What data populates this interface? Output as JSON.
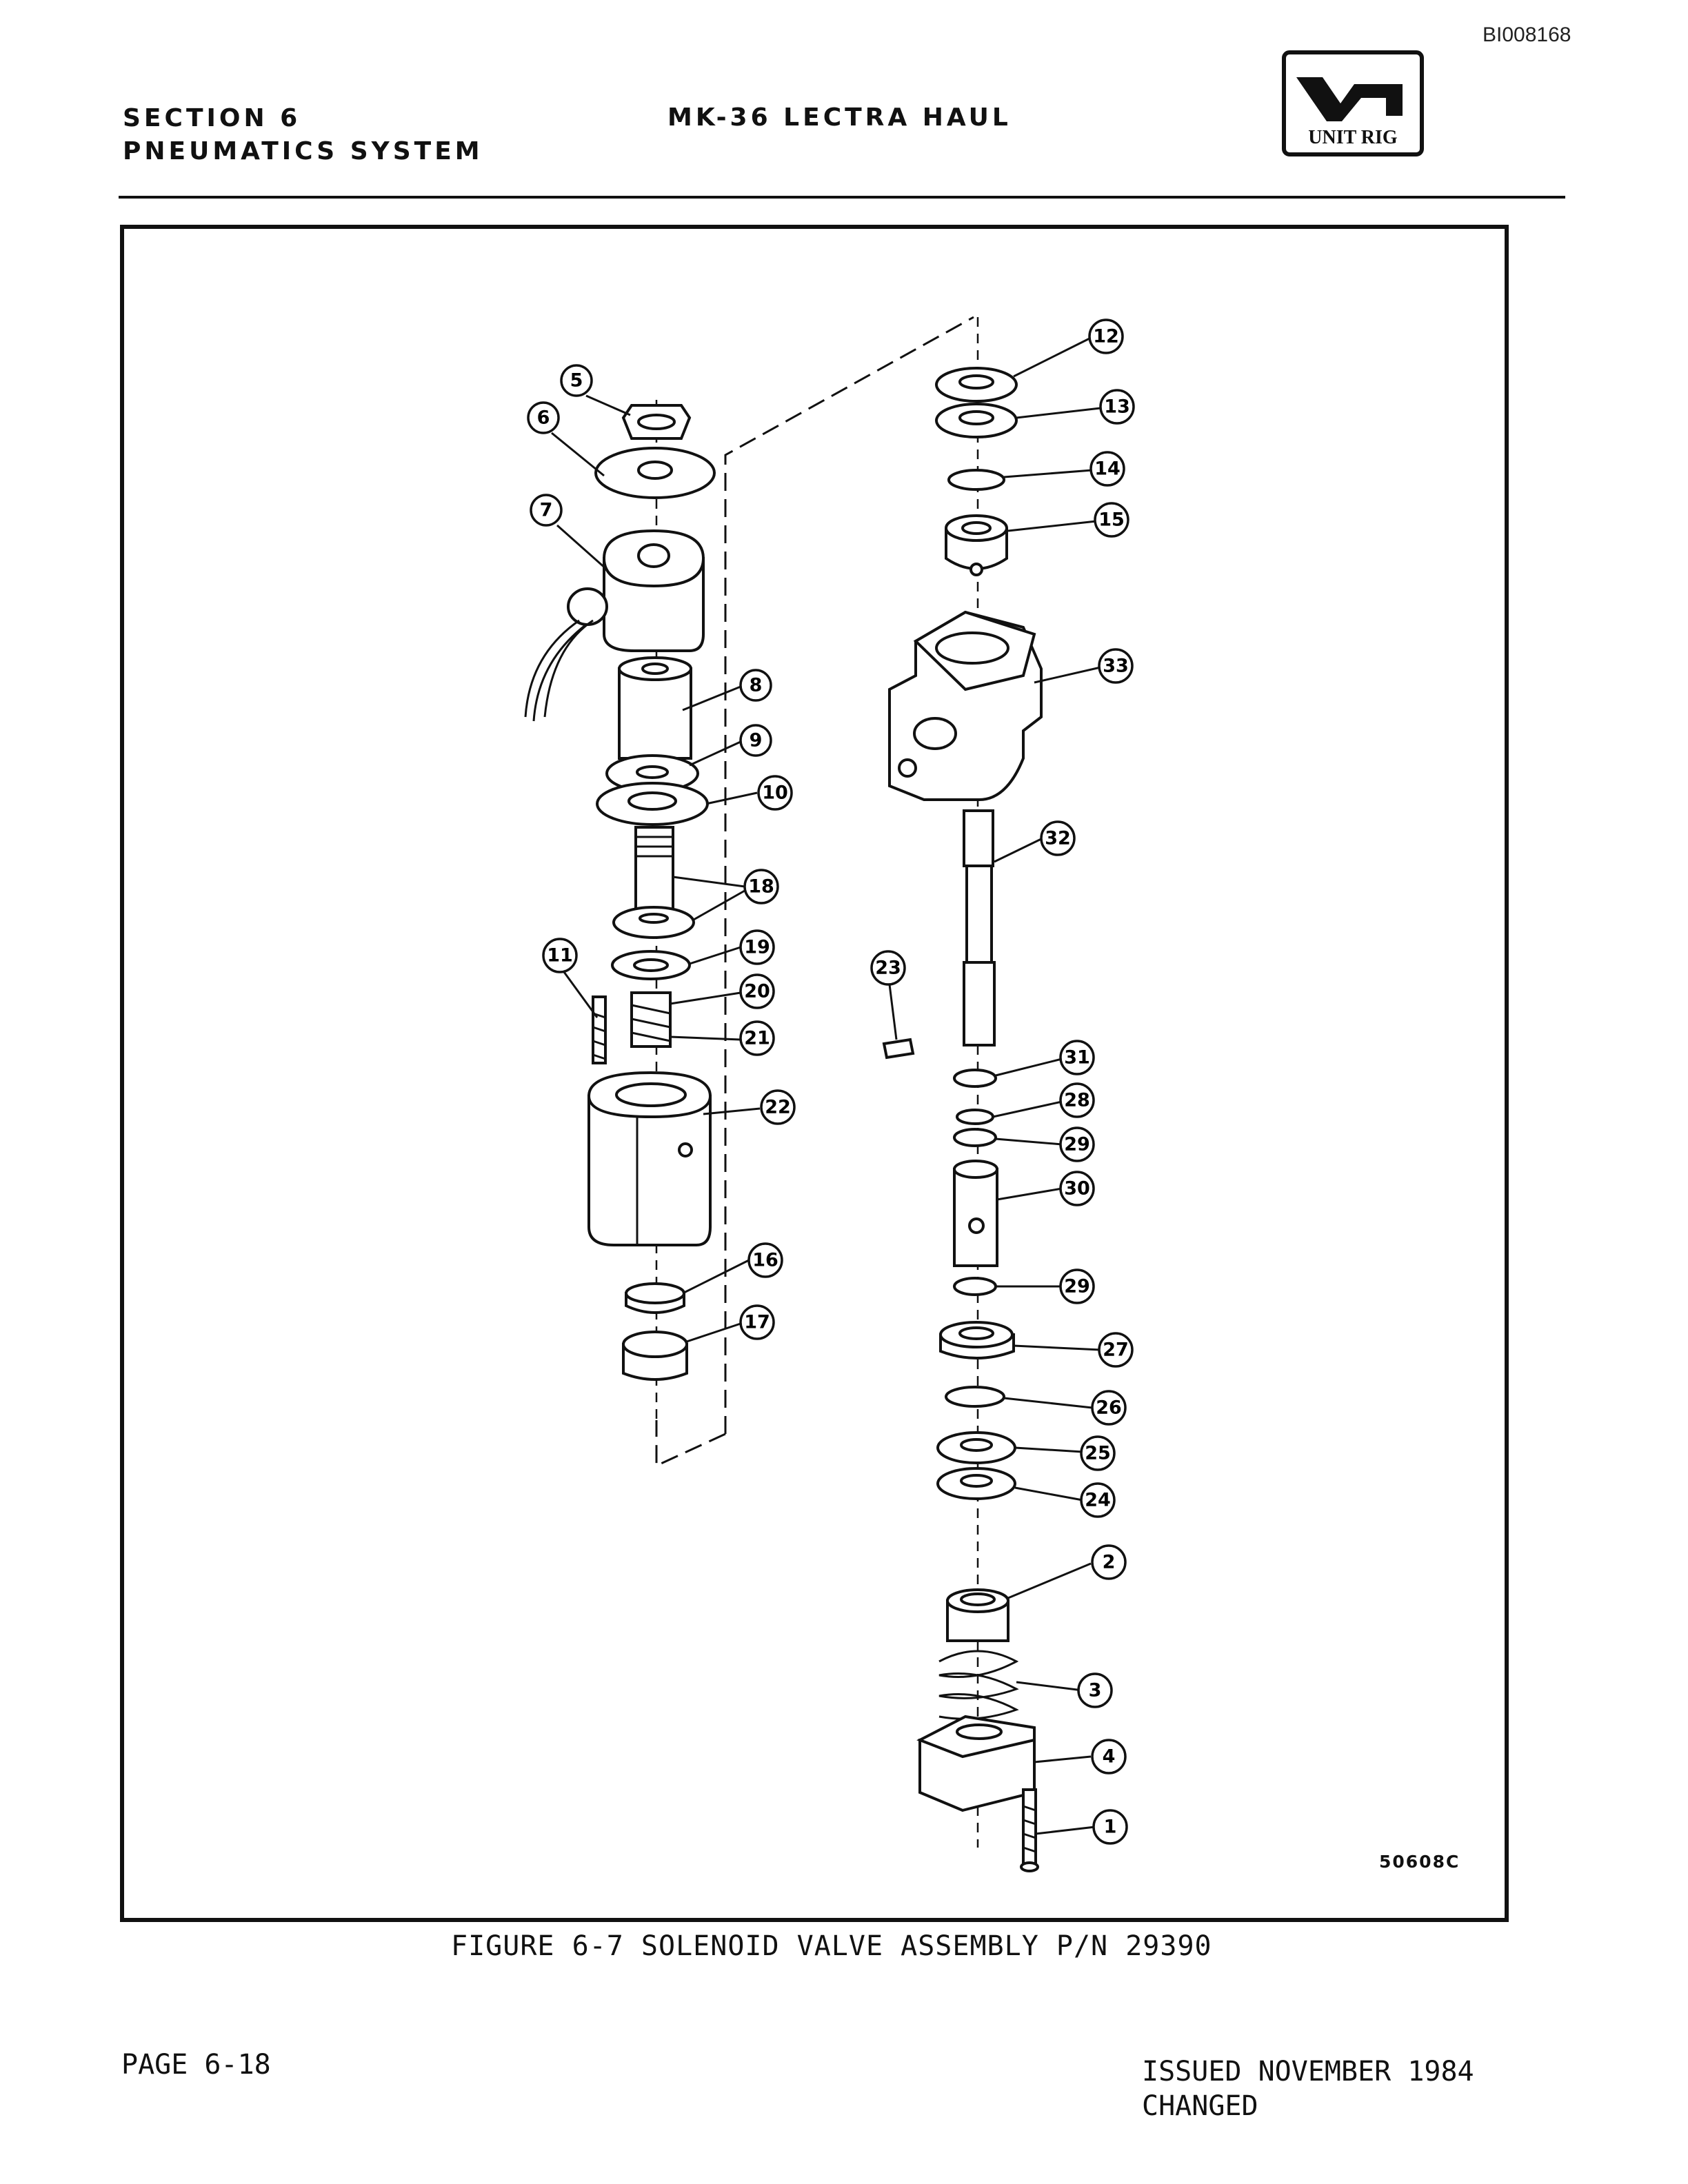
{
  "document_id": "BI008168",
  "header": {
    "section": "SECTION 6",
    "system": "PNEUMATICS SYSTEM",
    "title": "MK-36 LECTRA HAUL",
    "logo_text": "UNIT RIG"
  },
  "figure": {
    "code": "50608C",
    "caption": "FIGURE 6-7 SOLENOID VALVE ASSEMBLY P/N 29390"
  },
  "callouts": {
    "c1": "1",
    "c2": "2",
    "c3": "3",
    "c4": "4",
    "c5": "5",
    "c6": "6",
    "c7": "7",
    "c8": "8",
    "c9": "9",
    "c10": "10",
    "c11": "11",
    "c12": "12",
    "c13": "13",
    "c14": "14",
    "c15": "15",
    "c16": "16",
    "c17": "17",
    "c18": "18",
    "c19": "19",
    "c20": "20",
    "c21": "21",
    "c22": "22",
    "c23": "23",
    "c24": "24",
    "c25": "25",
    "c26": "26",
    "c27": "27",
    "c28": "28",
    "c29a": "29",
    "c29b": "29",
    "c30": "30",
    "c31": "31",
    "c32": "32",
    "c33": "33"
  },
  "footer": {
    "page": "PAGE 6-18",
    "issued": "ISSUED NOVEMBER 1984",
    "status": "CHANGED"
  }
}
